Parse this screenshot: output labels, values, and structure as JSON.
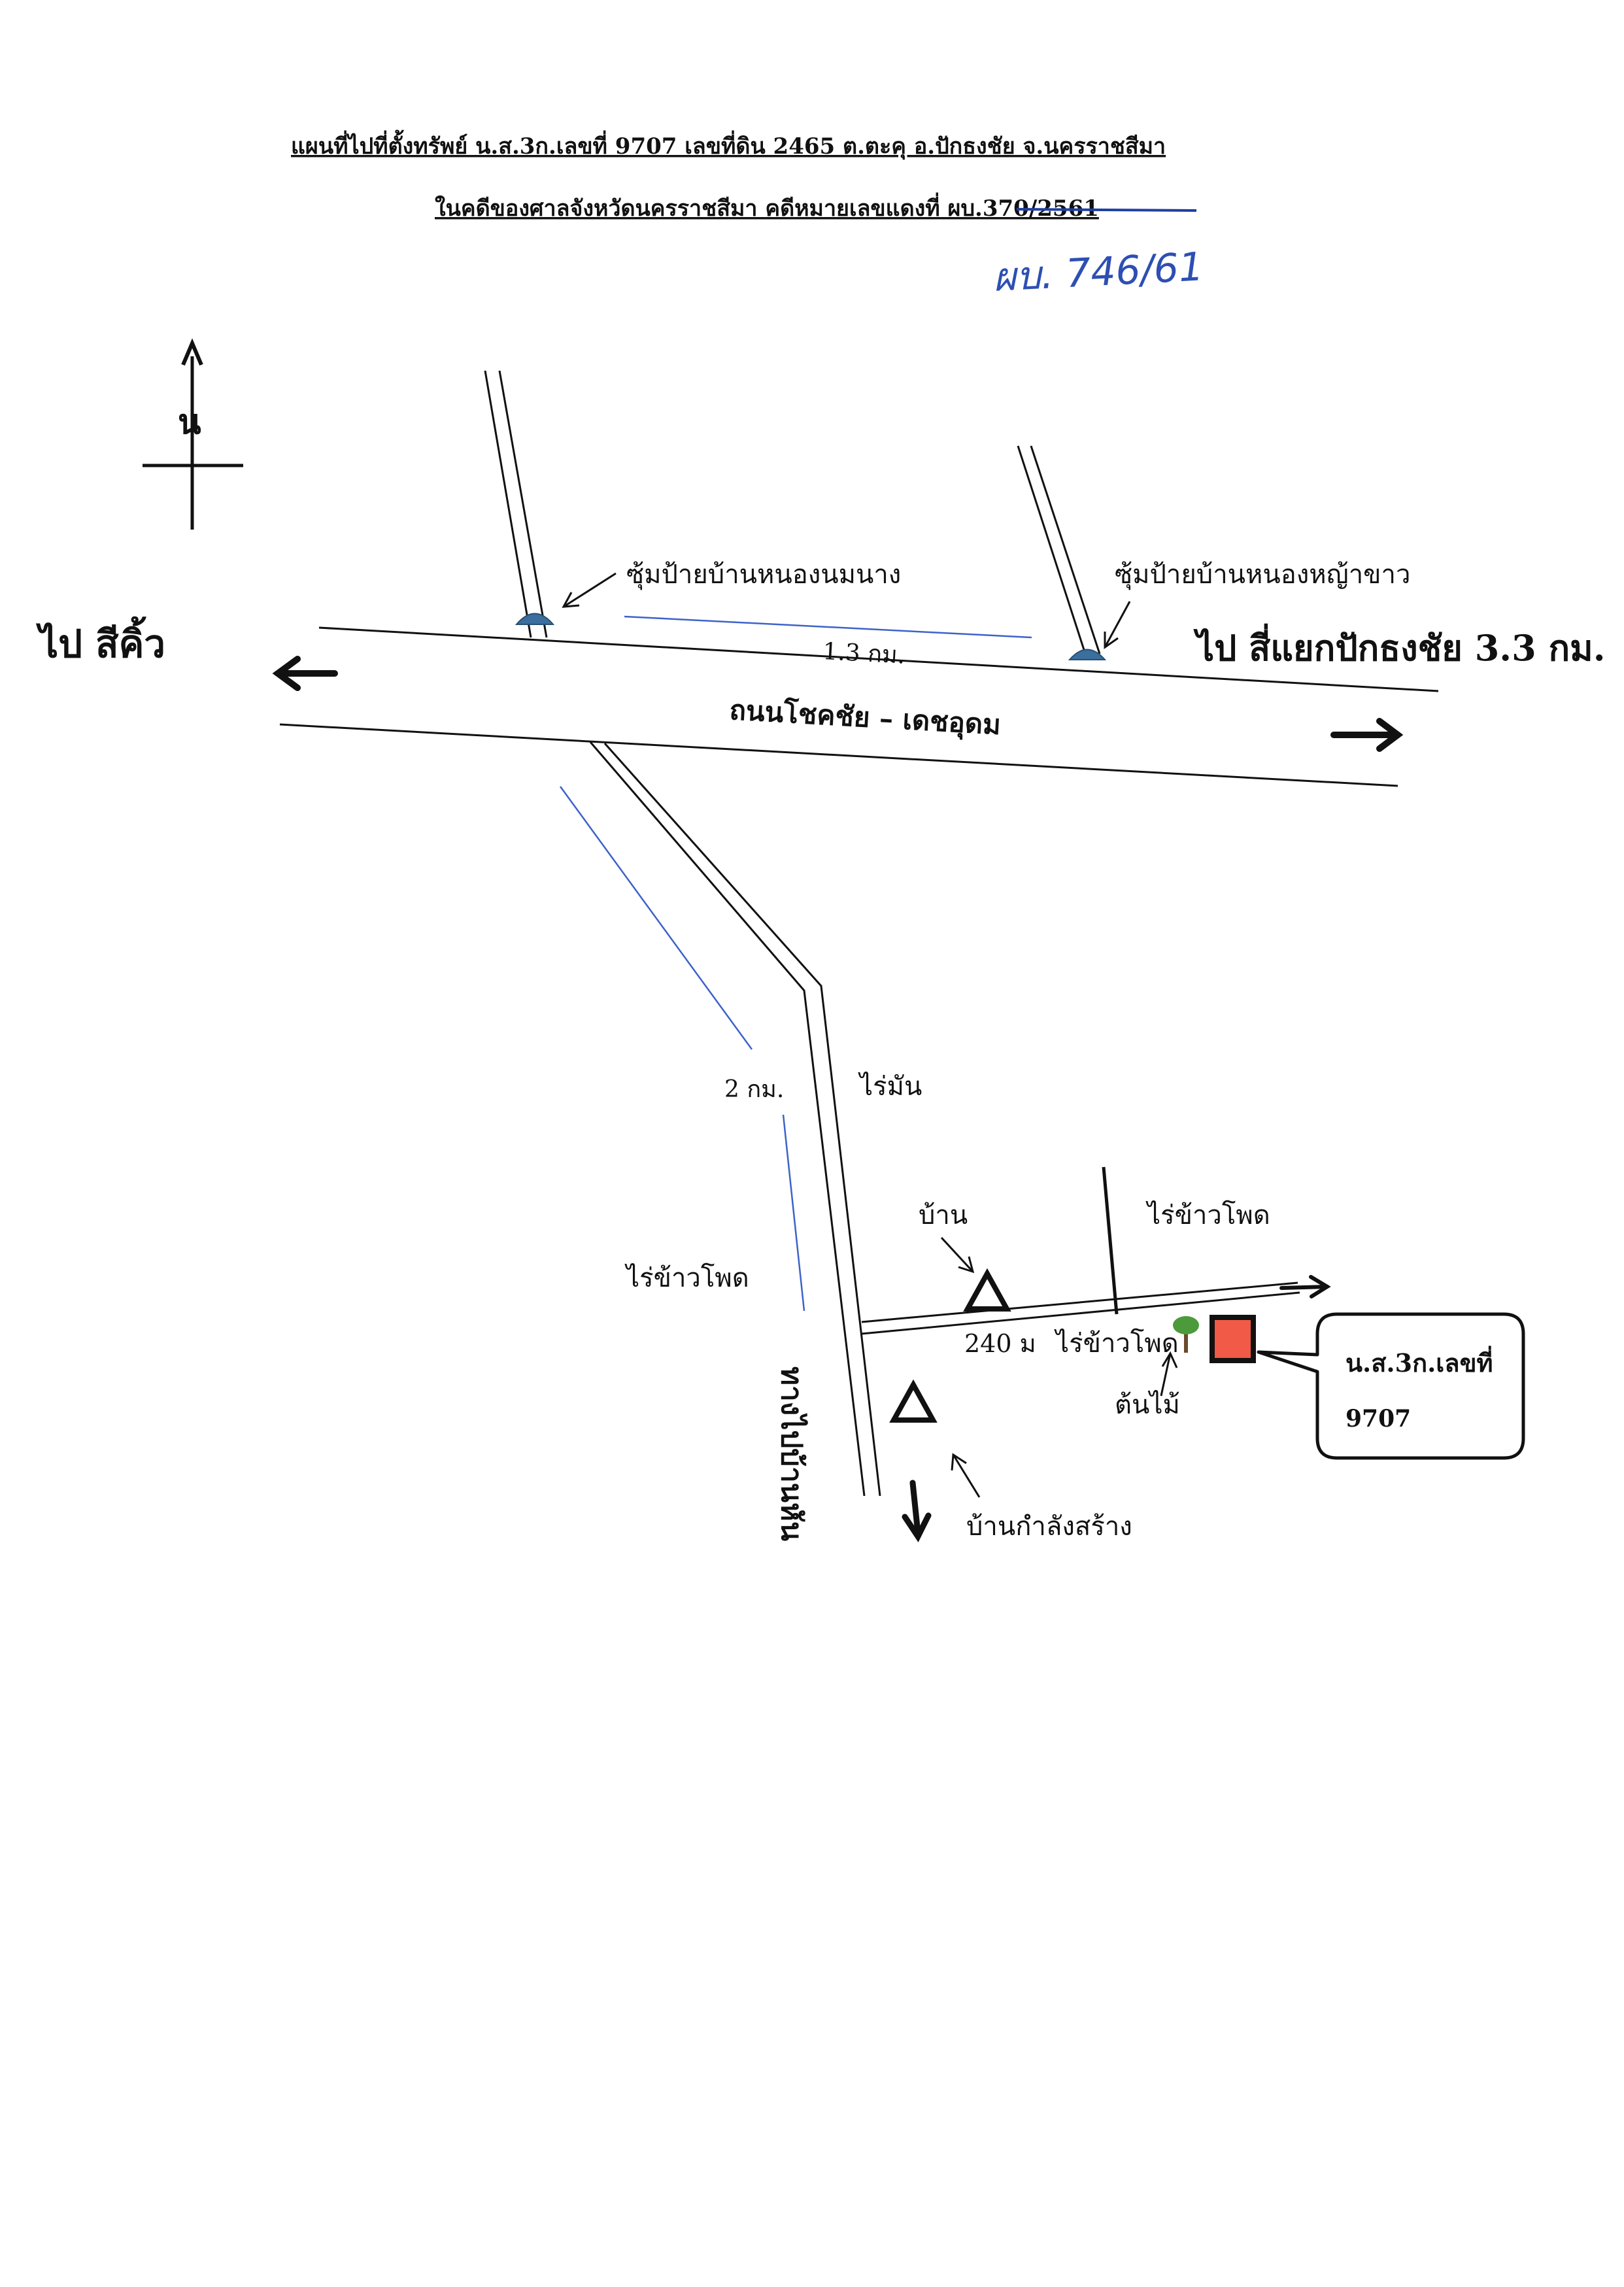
{
  "header": {
    "title_line1": "แผนที่ไปที่ตั้งทรัพย์  น.ส.3ก.เลขที่   9707   เลขที่ดิน 2465    ต.ตะคุ  อ.ปักธงชัย  จ.นครราชสีมา",
    "title_line2": "ในคดีของศาลจังหวัดนครราชสีมา   คดีหมายเลขแดงที่ ผบ.370/2561",
    "handwritten_case": "ผบ. 746/61"
  },
  "north_arrow": {
    "label": "น"
  },
  "destinations": {
    "west": "ไป สีคิ้ว",
    "east": "ไป สี่แยกปักธงชัย  3.3 กม."
  },
  "roads": {
    "main_road": "ถนนโชคชัย – เดชอุดม",
    "branch_road": "ทางไปบ้านหัน"
  },
  "landmarks": {
    "arch_west": "ซุ้มป้ายบ้านหนองนมนาง",
    "arch_east": "ซุ้มป้ายบ้านหนองหญ้าขาว",
    "house": "บ้าน",
    "house_under_construction": "บ้านกำลังสร้าง",
    "tree": "ต้นไม้"
  },
  "distances": {
    "between_arches": "1.3 กม.",
    "branch_road": "2  กม.",
    "side_lane": "240 ม"
  },
  "fields": {
    "cassava": "ไร่มัน",
    "corn_west": "ไร่ข้าวโพด",
    "corn_northeast": "ไร่ข้าวโพด",
    "corn_near_plot": "ไร่ข้าวโพด"
  },
  "plot": {
    "label_line1": "น.ส.3ก.เลขที่",
    "label_line2": "9707"
  },
  "colors": {
    "ink": "#111111",
    "plot_fill": "#f05a47",
    "distance_line": "#3d63c9",
    "arch_marker": "#3a6f9e",
    "tree_crown": "#4c9a3a",
    "handwriting": "#2d4fb3"
  }
}
